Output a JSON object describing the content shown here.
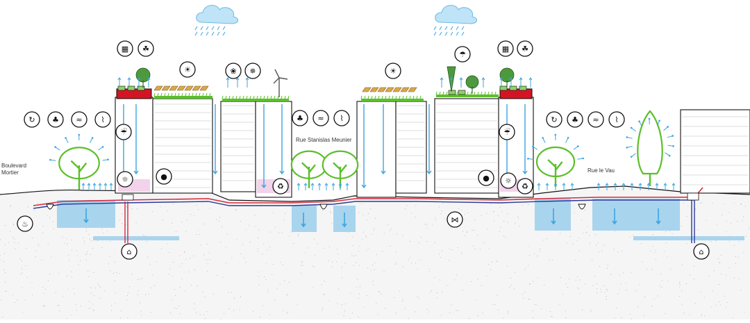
{
  "labels": {
    "boulevard": "Boulevard\nMortier",
    "stanislas": "Rue Stanislas Meunier",
    "levau": "Rue le Vau"
  },
  "icons": {
    "clouds": [
      "rain-cloud-icon",
      "rain-cloud-icon"
    ],
    "top_row": [
      "solar-water-heater-icon",
      "biodiversity-icon",
      "solar-panel-icon",
      "plant-energy-icon",
      "wind-turbine-icon",
      "solar-panel-icon",
      "sun-umbrella-icon",
      "solar-water-heater-icon",
      "biodiversity-icon"
    ],
    "mid_row": [
      "ventilation-icon",
      "tree-icon",
      "heat-waves-icon",
      "thermometer-icon",
      "tree-icon",
      "heat-waves-icon",
      "thermometer-icon",
      "ventilation-icon",
      "tree-icon",
      "heat-waves-icon",
      "thermometer-icon"
    ],
    "building": [
      "rain-tank-icon",
      "sun-icon",
      "water-drop-icon",
      "recycle-icon"
    ],
    "ground": [
      "fire-icon",
      "geothermal-house-icon",
      "network-icon",
      "geothermal-house-icon"
    ]
  },
  "colors": {
    "water": "#3aa4e0",
    "pipe_red": "#d42a3c",
    "pipe_blue": "#2a3a9a",
    "vegetation": "#5bbf2a",
    "roof_red": "#d41424",
    "soil": "#f5f5f5",
    "aquifer": "#a9d4ee",
    "outline": "#111111"
  }
}
